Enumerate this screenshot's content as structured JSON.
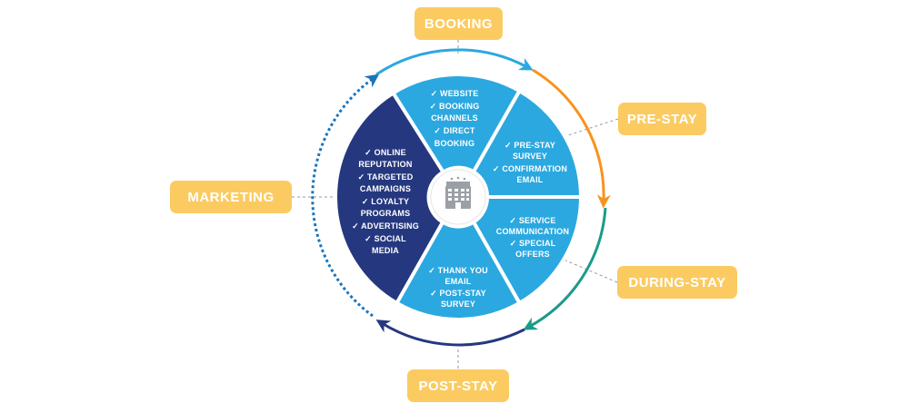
{
  "stages": {
    "booking": "BOOKING",
    "pre_stay": "PRE-STAY",
    "during_stay": "DURING-STAY",
    "post_stay": "POST-STAY",
    "marketing": "MARKETING"
  },
  "segments": {
    "booking": [
      "✓ WEBSITE",
      "✓ BOOKING",
      "CHANNELS",
      "✓ DIRECT",
      "BOOKING"
    ],
    "pre_stay": [
      "✓ PRE-STAY",
      "SURVEY",
      "✓ CONFIRMATION",
      "EMAIL"
    ],
    "during_stay": [
      "✓ SERVICE",
      "COMMUNICATION",
      "✓ SPECIAL",
      "OFFERS"
    ],
    "post_stay": [
      "✓ THANK YOU",
      "EMAIL",
      "✓ POST-STAY",
      "SURVEY"
    ],
    "marketing": [
      "✓ ONLINE",
      "REPUTATION",
      "✓ TARGETED",
      "CAMPAIGNS",
      "✓ LOYALTY",
      "PROGRAMS",
      "✓ ADVERTISING",
      "✓ SOCIAL",
      "MEDIA"
    ]
  },
  "colors": {
    "label_bg": "#FBCB62",
    "segment_light": "#2BA8E0",
    "segment_dark": "#25387F",
    "arrow_booking": "#2BA8E0",
    "arrow_prestay": "#F7931E",
    "arrow_during": "#1B9B8A",
    "arrow_post": "#25387F",
    "arrow_marketing": "#1B75BB"
  },
  "center_icon": "hotel-building-icon"
}
